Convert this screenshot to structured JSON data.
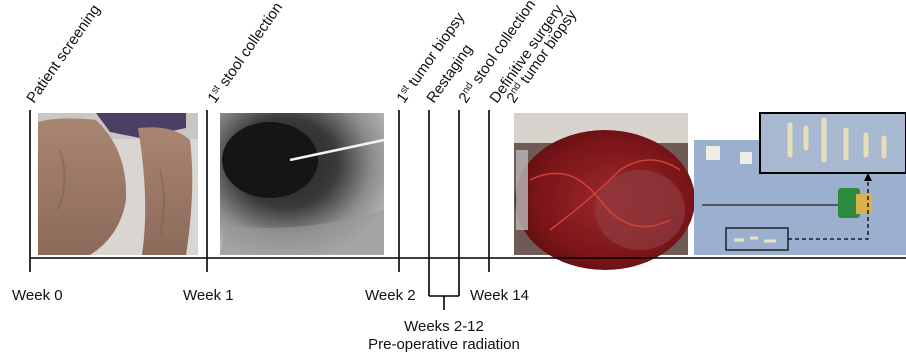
{
  "events": [
    {
      "id": "patient-screening",
      "parts": [
        {
          "t": "Patient screening"
        }
      ]
    },
    {
      "id": "stool-collection-1",
      "parts": [
        {
          "t": "1"
        },
        {
          "t": "st",
          "sup": true
        },
        {
          "t": " stool collection"
        }
      ]
    },
    {
      "id": "tumor-biopsy-1",
      "parts": [
        {
          "t": "1"
        },
        {
          "t": "st",
          "sup": true
        },
        {
          "t": " tumor biopsy"
        }
      ]
    },
    {
      "id": "restaging",
      "parts": [
        {
          "t": "Restaging"
        }
      ]
    },
    {
      "id": "stool-collection-2",
      "parts": [
        {
          "t": "2"
        },
        {
          "t": "nd",
          "sup": true
        },
        {
          "t": " stool collection"
        }
      ]
    },
    {
      "id": "definitive-surgery",
      "parts": [
        {
          "t": "Definitive surgery"
        }
      ]
    },
    {
      "id": "tumor-biopsy-2",
      "parts": [
        {
          "t": "2"
        },
        {
          "t": "nd",
          "sup": true
        },
        {
          "t": " tumor biopsy"
        }
      ]
    }
  ],
  "weeks": {
    "week0": "Week 0",
    "week1": "Week 1",
    "week2": "Week 2",
    "week14": "Week 14"
  },
  "radiation": {
    "line1": "Weeks 2-12",
    "line2": "Pre-operative radiation"
  },
  "images": {
    "legs": "photo-legs",
    "ultrasound": "photo-ultrasound-biopsy",
    "surgery": "photo-surgical-specimen",
    "specimen": "photo-core-biopsy-specimens"
  },
  "colors": {
    "line": "#000000",
    "tissue_red": "#b3201e",
    "drape_blue": "#8ea6c8"
  }
}
